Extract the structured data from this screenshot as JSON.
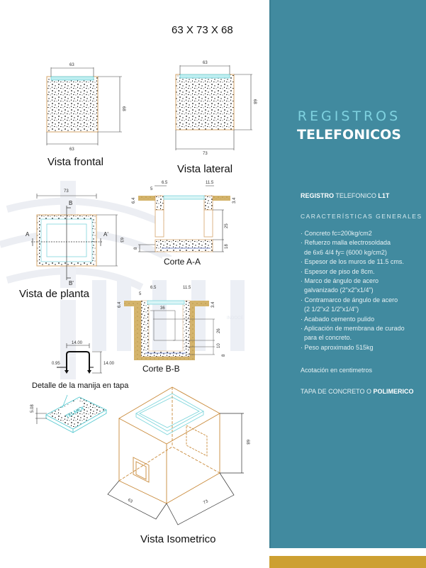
{
  "header": {
    "dimensions": "63 X 73 X 68"
  },
  "drawings": {
    "vista_frontal": {
      "label": "Vista frontal",
      "dim_top": "63",
      "dim_bottom": "63",
      "dim_right": "68"
    },
    "vista_lateral": {
      "label": "Vista lateral",
      "dim_top": "63",
      "dim_bottom": "73",
      "dim_right": "68"
    },
    "vista_planta": {
      "label": "Vista de planta",
      "dim_top": "73",
      "dim_right": "63",
      "marker_b": "B",
      "marker_b2": "B'",
      "marker_a": "A",
      "marker_a2": "A'"
    },
    "corte_aa": {
      "label": "Corte A-A",
      "dims": [
        "6.5",
        "5",
        "11.5",
        "6.4",
        "3.4",
        "25",
        "18",
        "8"
      ]
    },
    "corte_bb": {
      "label": "Corte B-B",
      "dims": [
        "6.5",
        "5",
        "11.5",
        "6.4",
        "3.4",
        "36",
        "26",
        "10",
        "8"
      ]
    },
    "manija": {
      "dim_w": "14.00",
      "dim_h": "14.00",
      "dim_d": "0.95"
    },
    "detalle_tapa": {
      "label": "Detalle de la manija en tapa",
      "brand": "TELMEX",
      "dim": "5.08"
    },
    "isometrico": {
      "label": "Vista Isometrico",
      "dim_h": "68",
      "dim_l": "63",
      "dim_r": "73"
    },
    "watermark": "INDOCE"
  },
  "sidebar": {
    "title_line1": "REGISTROS",
    "title_line2": "TELEFONICOS",
    "model_bold1": "REGISTRO",
    "model_mid": " TELEFONICO ",
    "model_bold2": "L1T",
    "section_title": "CARACTERÍSTICAS GENERALES",
    "features": [
      "· Concreto fc=200kg/cm2",
      "· Refuerzo malla electrosoldada",
      "  de 6x6 4/4 fy= (6000 kg/cm2)",
      "· Espesor de los muros de 11.5 cms.",
      "· Espesor de piso de 8cm.",
      "· Marco de ángulo de acero",
      "  galvanizado (2\"x2\"x1/4\")",
      "· Contramarco de ángulo de acero",
      "  (2 1/2\"x2 1/2\"x1/4\")",
      "· Acabado cemento pulido",
      "· Aplicación de membrana de curado",
      "  para el concreto.",
      "· Peso aproximado 515kg"
    ],
    "note": "Acotación en centimetros",
    "tapa_prefix": "TAPA DE CONCRETO O ",
    "tapa_bold": "POLIMERICO"
  },
  "colors": {
    "sidebar_bg": "#418a9f",
    "title_accent": "#7fd2e0",
    "gold_bar": "#cda032",
    "concrete_edge": "#d4a46a",
    "glass": "#7fd6dc",
    "iso_line": "#c98a3a"
  }
}
